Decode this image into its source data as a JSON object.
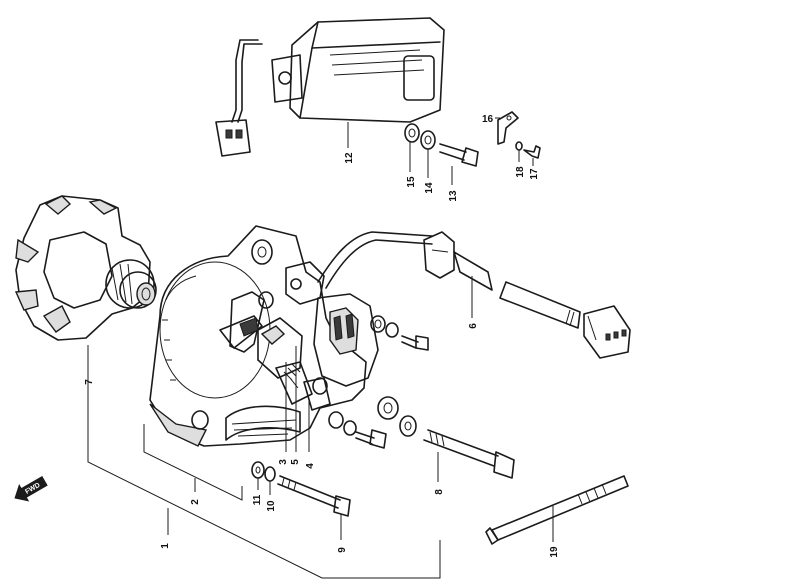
{
  "callouts": {
    "c1": "1",
    "c2": "2",
    "c3": "3",
    "c4": "4",
    "c5": "5",
    "c6": "6",
    "c7": "7",
    "c8": "8",
    "c9": "9",
    "c10": "10",
    "c11": "11",
    "c12": "12",
    "c13": "13",
    "c14": "14",
    "c15": "15",
    "c16": "16",
    "c17": "17",
    "c18": "18",
    "c19": "19"
  },
  "direction_marker": {
    "label": "FWD"
  },
  "colors": {
    "line": "#1b1b1b",
    "paper": "#ffffff",
    "fill": "#dedede"
  }
}
